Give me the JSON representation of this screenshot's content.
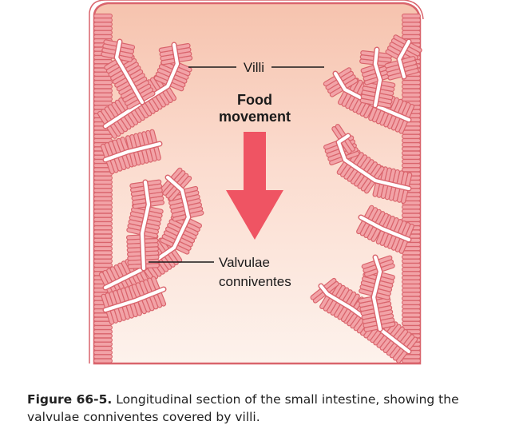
{
  "labels": {
    "villi": "Villi",
    "food_movement_line1": "Food",
    "food_movement_line2": "movement",
    "valvulae_line1": "Valvulae",
    "valvulae_line2": "conniventes"
  },
  "caption": {
    "figure_number": "Figure 66-5.",
    "text": "Longitudinal section of the small intestine, showing the valvulae conniventes covered by villi."
  },
  "colors": {
    "lumen_top": "#f6c3ae",
    "lumen_bottom": "#fdf2ec",
    "wall": "#f2a3a7",
    "outline": "#d9646c",
    "arrow": "#ef5463",
    "fold_core": "#ffffff"
  },
  "icons": {
    "arrow": "down-arrow-icon"
  }
}
